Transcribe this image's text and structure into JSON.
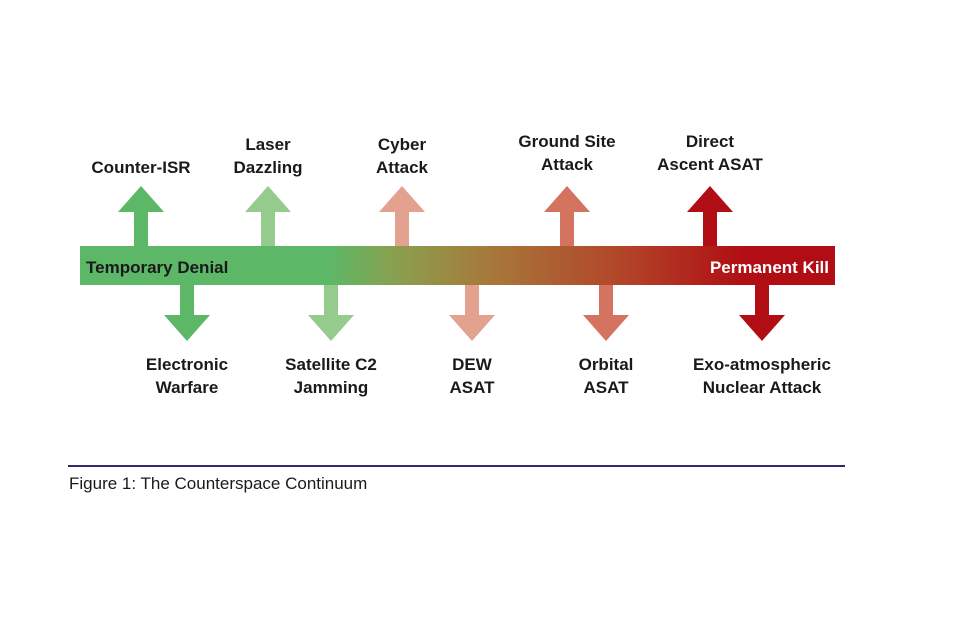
{
  "figure": {
    "caption": "Figure 1: The Counterspace Continuum",
    "bar": {
      "left_label": "Temporary Denial",
      "right_label": "Permanent Kill",
      "gradient_colors": [
        "#5cb867",
        "#5cb867",
        "#8a9f4e",
        "#a8763a",
        "#b24428",
        "#b00e14",
        "#b00e14"
      ],
      "left_label_color": "#1a1a1a",
      "right_label_color": "#ffffff"
    },
    "up_items": [
      {
        "lines": [
          "Counter-ISR"
        ],
        "color": "#5cb867",
        "order": 1
      },
      {
        "lines": [
          "Laser",
          "Dazzling"
        ],
        "color": "#95cc8e",
        "order": 3
      },
      {
        "lines": [
          "Cyber",
          "Attack"
        ],
        "color": "#e2a28f",
        "order": 5
      },
      {
        "lines": [
          "Ground Site",
          "Attack"
        ],
        "color": "#d4735f",
        "order": 7
      },
      {
        "lines": [
          "Direct",
          "Ascent ASAT"
        ],
        "color": "#b00e14",
        "order": 9
      }
    ],
    "down_items": [
      {
        "lines": [
          "Electronic",
          "Warfare"
        ],
        "color": "#5cb867",
        "order": 2
      },
      {
        "lines": [
          "Satellite C2",
          "Jamming"
        ],
        "color": "#95cc8e",
        "order": 4
      },
      {
        "lines": [
          "DEW",
          "ASAT"
        ],
        "color": "#e2a28f",
        "order": 6
      },
      {
        "lines": [
          "Orbital",
          "ASAT"
        ],
        "color": "#d4735f",
        "order": 8
      },
      {
        "lines": [
          "Exo-atmospheric",
          "Nuclear Attack"
        ],
        "color": "#b00e14",
        "order": 10
      }
    ]
  }
}
